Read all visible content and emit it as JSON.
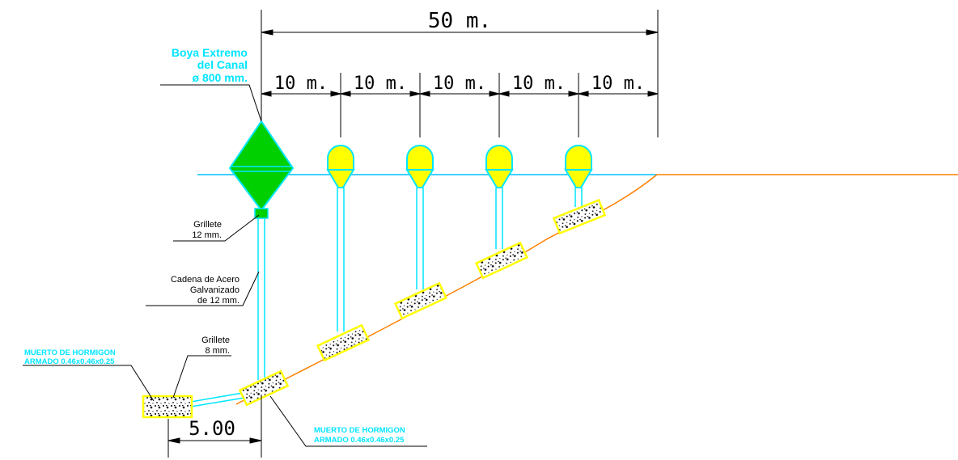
{
  "dimensions": {
    "total": "50 m.",
    "segments": [
      "10 m.",
      "10 m.",
      "10 m.",
      "10 m.",
      "10 m."
    ],
    "offset": "5.00"
  },
  "labels": {
    "buoy_title": [
      "Boya Extremo",
      "del Canal",
      "ø 800 mm."
    ],
    "shackle_top": [
      "Grillete",
      "12 mm."
    ],
    "chain": [
      "Cadena de Acero",
      "Galvanizado",
      "de 12 mm."
    ],
    "shackle_bottom": [
      "Grillete",
      "8 mm."
    ],
    "anchor_left": [
      "MUERTO DE HORMIGON",
      "ARMADO 0.46x0.46x0.25"
    ],
    "anchor_bottom": [
      "MUERTO DE HORMIGON",
      "ARMADO 0.46x0.46x0.25"
    ]
  },
  "colors": {
    "water_line": "#00bfff",
    "seabed": "#ff8000",
    "main_buoy": "#00d000",
    "marker_buoys": "#ffff00",
    "chain": "#00e5ff",
    "anchor_outline": "#ffff00",
    "text_cyan": "#00e5ff"
  }
}
